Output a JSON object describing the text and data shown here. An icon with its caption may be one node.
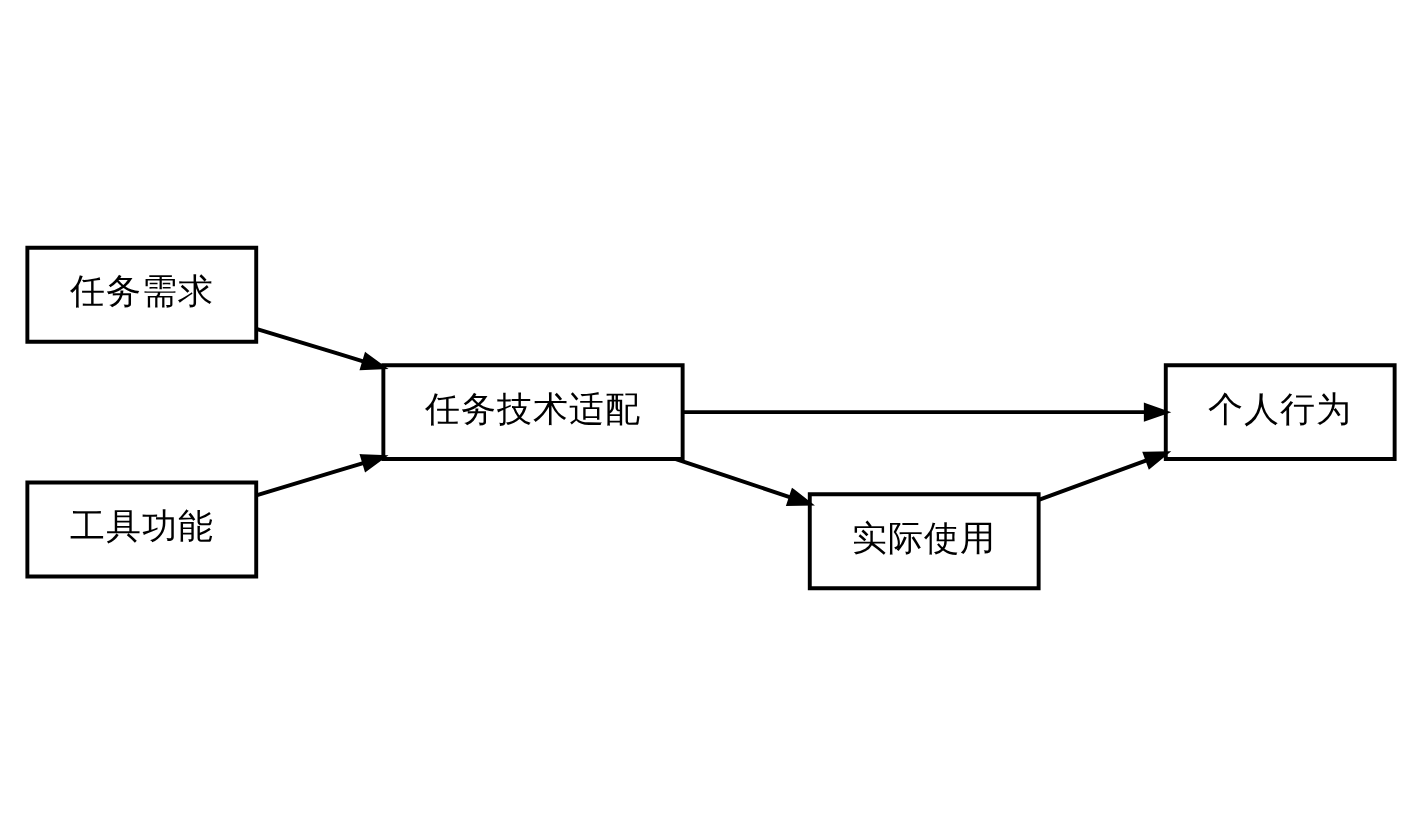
{
  "diagram": {
    "nodes": [
      {
        "text": [
          "任务需求"
        ]
      },
      {
        "text": [
          "工具功能"
        ]
      },
      {
        "text": [
          "任务技术适配"
        ]
      },
      {
        "text": [
          "个人行为"
        ]
      },
      {
        "text": [
          "实际使用"
        ]
      }
    ],
    "edges": [
      {
        "from": 0,
        "to": 2,
        "arrow": "to"
      },
      {
        "from": 1,
        "to": 2,
        "arrow": "to"
      },
      {
        "from": 2,
        "to": 3,
        "arrow": "to"
      },
      {
        "from": 2,
        "to": 4,
        "arrow": "to"
      },
      {
        "from": 4,
        "to": 3,
        "arrow": "to"
      }
    ]
  }
}
